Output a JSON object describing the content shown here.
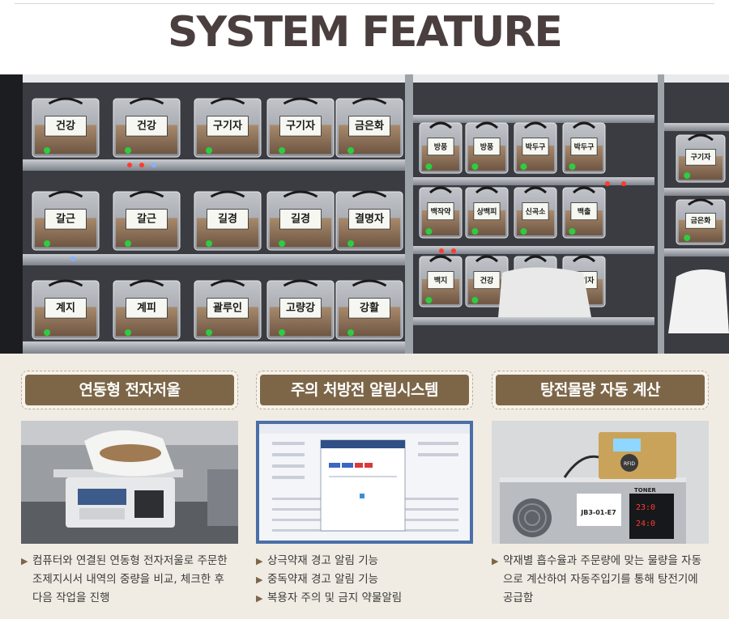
{
  "page": {
    "title": "SYSTEM FEATURE"
  },
  "hero": {
    "labels": [
      "건강",
      "건강",
      "구기자",
      "구기자",
      "금은화",
      "갈근",
      "갈근",
      "길경",
      "길경",
      "결명자",
      "계지",
      "계피",
      "괄루인",
      "고량강",
      "강활",
      "방풍",
      "방풍",
      "박두구",
      "박두구",
      "백작약",
      "상백피",
      "신곡소",
      "백출",
      "백지"
    ]
  },
  "features": [
    {
      "title": "연동형 전자저울",
      "bullets": [
        "컴퓨터와 연결된 연동형 전자저울로 주문한",
        "조제지시서 내역의 중량을 비교, 체크한 후",
        "다음 작업을 진행"
      ],
      "bullet_style": "para"
    },
    {
      "title": "주의 처방전 알림시스템",
      "bullets": [
        "상극약재 경고 알림 기능",
        "중독약재 경고 알림 기능",
        "복용자 주의 및 금지 약물알림"
      ],
      "bullet_style": "list"
    },
    {
      "title": "탕전물량 자동 계산",
      "bullets": [
        "약재별 흡수율과 주문량에 맞는 물량을 자동",
        "으로 계산하여 자동주입기를 통해 탕전기에",
        "공급함"
      ],
      "bullet_style": "para"
    }
  ],
  "photo3": {
    "rfid_label": "RFID",
    "brand": "TONER",
    "machine_code": "JB3-01-E7",
    "display_top": "23:0",
    "display_bottom": "24:0"
  },
  "colors": {
    "badge": "#7d6648",
    "panel": "#f1ece3",
    "title": "#4a3f3e"
  }
}
